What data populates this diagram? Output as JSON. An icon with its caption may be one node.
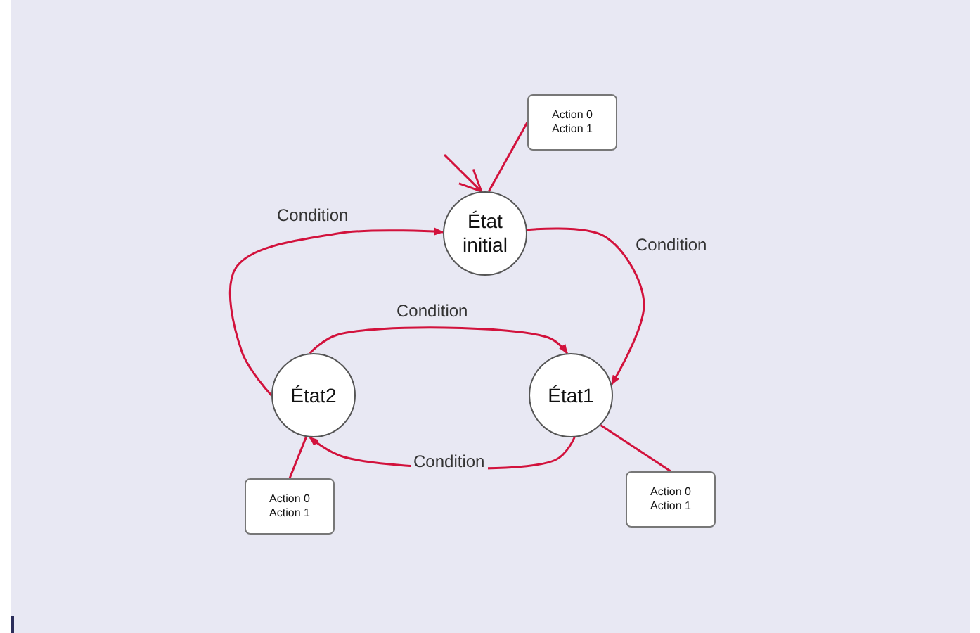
{
  "diagram": {
    "nodes": [
      {
        "text": [
          "Action 0 Action 1"
        ]
      },
      {
        "text": [
          "État initial"
        ]
      },
      {
        "text": [
          "État2"
        ]
      },
      {
        "text": [
          "État1"
        ]
      },
      {
        "text": [
          "Action 0 Action 1"
        ]
      },
      {
        "text": [
          "Action 0 Action 1"
        ]
      }
    ],
    "edges": [
      {
        "from": null,
        "to": 1,
        "arrow": "to"
      },
      {
        "from": 0,
        "to": 1,
        "arrow": "none"
      },
      {
        "from": 2,
        "to": 1,
        "arrow": "to",
        "label": "Condition"
      },
      {
        "from": 1,
        "to": 3,
        "arrow": "to",
        "label": "Condition"
      },
      {
        "from": 2,
        "to": 3,
        "arrow": "to",
        "label": "Condition"
      },
      {
        "from": 3,
        "to": 2,
        "arrow": "to",
        "label": "Condition"
      },
      {
        "from": 3,
        "to": 5,
        "arrow": "none"
      },
      {
        "from": 2,
        "to": 4,
        "arrow": "none"
      }
    ]
  }
}
